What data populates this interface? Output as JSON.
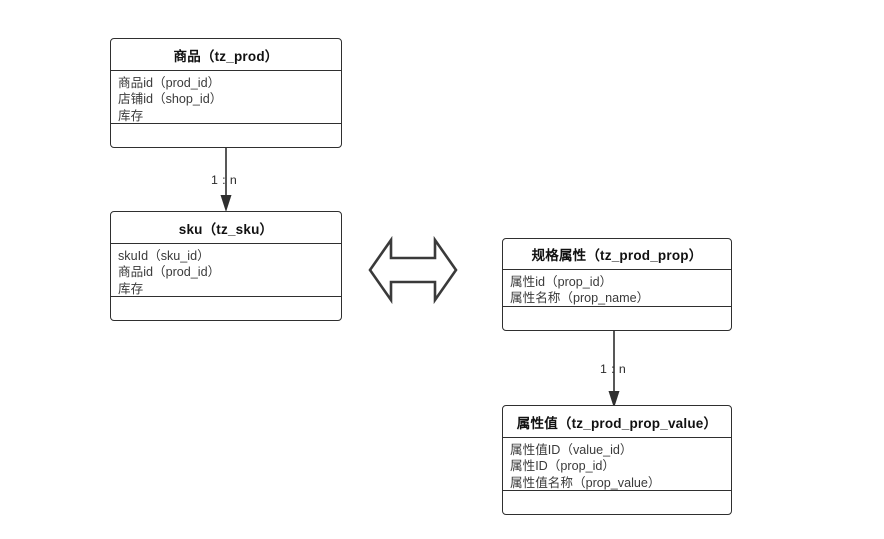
{
  "diagram": {
    "type": "er-uml-class-diagram",
    "background": "#ffffff",
    "line_color": "#2f2f2f",
    "title_color": "#111111",
    "attr_color": "#3a3a3a"
  },
  "entities": [
    {
      "id": "tz_prod",
      "title": "商品（tz_prod）",
      "attributes": [
        "商品id（prod_id）",
        "店铺id（shop_id）",
        "库存"
      ],
      "operations": []
    },
    {
      "id": "tz_sku",
      "title": "sku（tz_sku）",
      "attributes": [
        "skuId（sku_id）",
        "商品id（prod_id）",
        "库存"
      ],
      "operations": []
    },
    {
      "id": "tz_prod_prop",
      "title": "规格属性（tz_prod_prop）",
      "attributes": [
        "属性id（prop_id）",
        "属性名称（prop_name）"
      ],
      "operations": []
    },
    {
      "id": "tz_prod_prop_value",
      "title": "属性值（tz_prod_prop_value）",
      "attributes": [
        "属性值ID（value_id）",
        "属性ID（prop_id）",
        "属性值名称（prop_value）"
      ],
      "operations": []
    }
  ],
  "connectors": [
    {
      "id": "prod-to-sku",
      "from": "tz_prod",
      "to": "tz_sku",
      "label": "1 : n",
      "style": "solid-arrow-down"
    },
    {
      "id": "prop-to-prop-value",
      "from": "tz_prod_prop",
      "to": "tz_prod_prop_value",
      "label": "1 : n",
      "style": "solid-arrow-down"
    },
    {
      "id": "sku-to-prop",
      "from": "tz_sku",
      "to": "tz_prod_prop",
      "label": "",
      "style": "bidirectional-block-arrow"
    }
  ]
}
